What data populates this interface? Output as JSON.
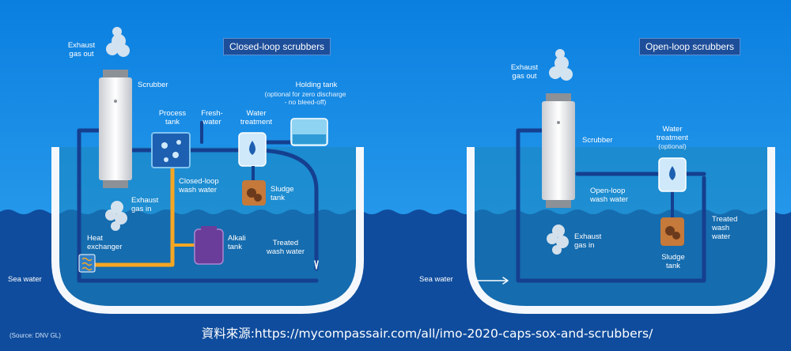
{
  "closed_loop": {
    "title": "Closed-loop scrubbers",
    "labels": {
      "exhaust_out": "Exhaust\ngas out",
      "scrubber": "Scrubber",
      "process_tank": "Process\ntank",
      "fresh_water": "Fresh-\nwater",
      "water_treatment": "Water\ntreatment",
      "holding_tank": "Holding tank",
      "holding_tank_note": "(optional for zero discharge\n- no bleed-off)",
      "exhaust_in": "Exhaust\ngas in",
      "closed_loop_wash_water": "Closed-loop\nwash water",
      "sludge_tank": "Sludge\ntank",
      "heat_exchanger": "Heat\nexchanger",
      "alkali_tank": "Alkali\ntank",
      "treated_wash_water": "Treated\nwash water",
      "sea_water": "Sea water"
    }
  },
  "open_loop": {
    "title": "Open-loop scrubbers",
    "labels": {
      "exhaust_out": "Exhaust\ngas out",
      "scrubber": "Scrubber",
      "water_treatment": "Water\ntreatment",
      "water_treatment_note": "(optional)",
      "open_loop_wash_water": "Open-loop\nwash water",
      "exhaust_in": "Exhaust\ngas in",
      "treated_wash_water": "Treated\nwash\nwater",
      "sludge_tank": "Sludge\ntank",
      "sea_water": "Sea water"
    }
  },
  "source": "(Source: DNV GL)",
  "caption": "資料來源:https://mycompassair.com/all/imo-2020-caps-sox-and-scrubbers/",
  "colors": {
    "sky": "#1e8fe6",
    "sea": "#0f4c9d",
    "pipe": "#153f8f",
    "orange": "#f5a623",
    "purple": "#6a3d9a"
  }
}
